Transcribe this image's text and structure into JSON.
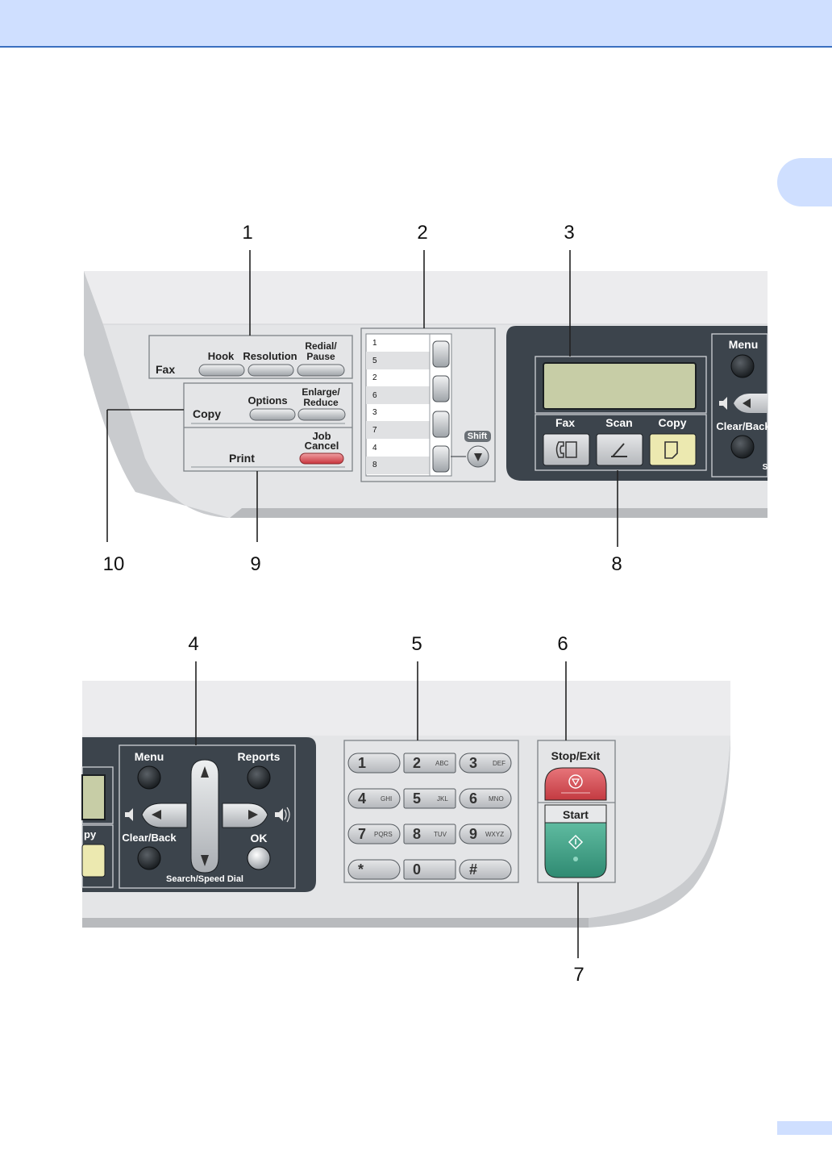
{
  "callouts": {
    "n1": "1",
    "n2": "2",
    "n3": "3",
    "n4": "4",
    "n5": "5",
    "n6": "6",
    "n7": "7",
    "n8": "8",
    "n9": "9",
    "n10": "10"
  },
  "top_panel": {
    "fax_group": {
      "label": "Fax",
      "hook": "Hook",
      "resolution": "Resolution",
      "redial_line1": "Redial/",
      "redial_line2": "Pause"
    },
    "copy_group": {
      "label": "Copy",
      "options": "Options",
      "enlarge_line1": "Enlarge/",
      "enlarge_line2": "Reduce"
    },
    "print_group": {
      "label": "Print",
      "job_line1": "Job",
      "job_line2": "Cancel"
    },
    "speed_dial": {
      "numbers": [
        "1",
        "5",
        "2",
        "6",
        "3",
        "7",
        "4",
        "8"
      ],
      "shift": "Shift"
    },
    "modes": {
      "fax": "Fax",
      "scan": "Scan",
      "copy": "Copy"
    },
    "nav_partial": {
      "menu": "Menu",
      "clear_back": "Clear/Back",
      "cut_text": "S"
    }
  },
  "bottom_panel": {
    "nav": {
      "menu": "Menu",
      "reports": "Reports",
      "clear_back": "Clear/Back",
      "ok": "OK",
      "search": "Search/Speed Dial",
      "copy_partial": "py"
    },
    "keypad": [
      {
        "digit": "1",
        "letters": ""
      },
      {
        "digit": "2",
        "letters": "ABC"
      },
      {
        "digit": "3",
        "letters": "DEF"
      },
      {
        "digit": "4",
        "letters": "GHI"
      },
      {
        "digit": "5",
        "letters": "JKL"
      },
      {
        "digit": "6",
        "letters": "MNO"
      },
      {
        "digit": "7",
        "letters": "PQRS"
      },
      {
        "digit": "8",
        "letters": "TUV"
      },
      {
        "digit": "9",
        "letters": "WXYZ"
      },
      {
        "digit": "*",
        "letters": ""
      },
      {
        "digit": "0",
        "letters": ""
      },
      {
        "digit": "#",
        "letters": ""
      }
    ],
    "stop_exit": "Stop/Exit",
    "start": "Start"
  },
  "colors": {
    "header": "#cfdfff",
    "header_rule": "#3a70c0",
    "panel": "#e4e5e7",
    "dark_panel": "#3c444c",
    "stop": "#d94a50",
    "start": "#3f9e85",
    "lcd": "#c7cda6"
  }
}
